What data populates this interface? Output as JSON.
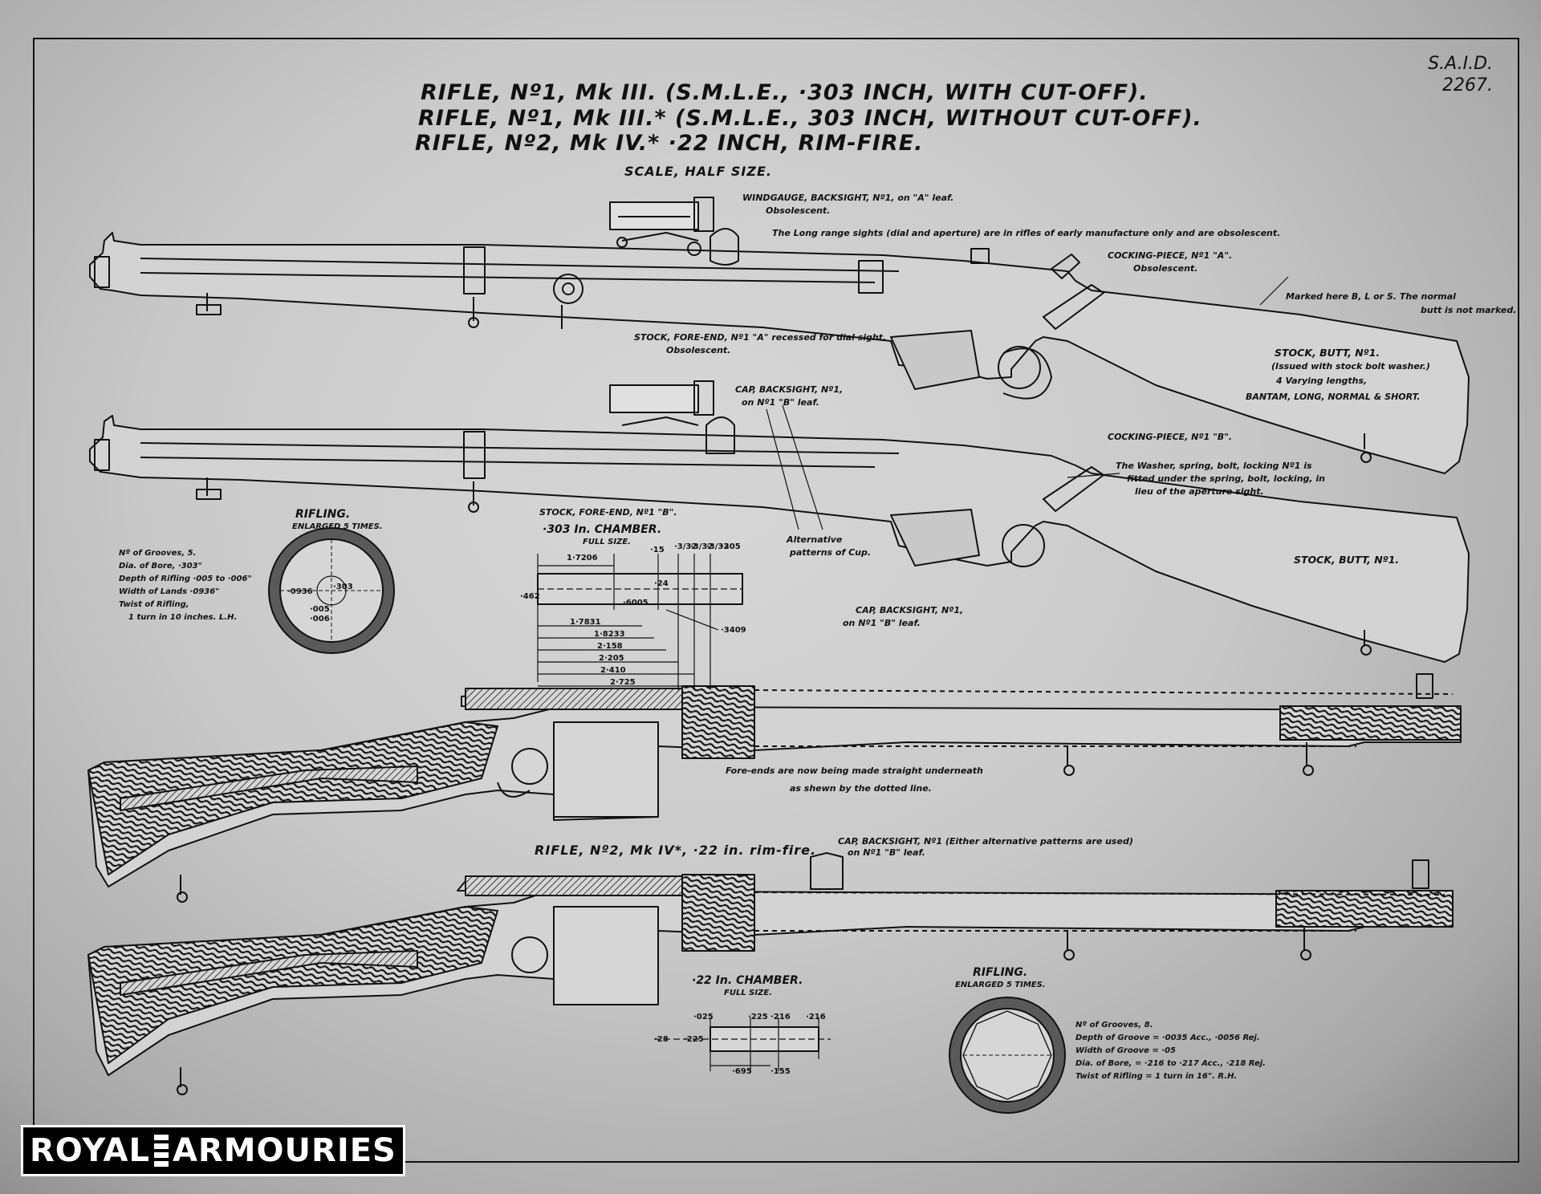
{
  "titles": [
    "RIFLE, Nº1, Mk III. (S.M.L.E., ·303 INCH, WITH CUT-OFF).",
    "RIFLE, Nº1, Mk III.* (S.M.L.E., 303 INCH, WITHOUT CUT-OFF).",
    "RIFLE, Nº2, Mk IV.* ·22 INCH, RIM-FIRE."
  ],
  "scale": "SCALE, HALF SIZE.",
  "drawing_ref": {
    "line1": "S.A.I.D.",
    "line2": "2267."
  },
  "annotations": {
    "windgauge": [
      "WINDGAUGE, BACKSIGHT, Nº1, on \"A\" leaf.",
      "Obsolescent."
    ],
    "long_range": "The Long range sights (dial and aperture) are in rifles of early manufacture only and are obsolescent.",
    "cocking_a": [
      "COCKING-PIECE, Nº1 \"A\".",
      "Obsolescent."
    ],
    "marked": [
      "Marked here B, L or S. The normal",
      "butt is not marked."
    ],
    "stock_fore_a": [
      "STOCK, FORE-END, Nº1 \"A\" recessed for dial sight.",
      "Obsolescent."
    ],
    "stock_butt_1": [
      "STOCK, BUTT, Nº1.",
      "(Issued with stock bolt washer.)",
      "4 Varying lengths,",
      "BANTAM, LONG, NORMAL & SHORT."
    ],
    "cap_backsight": [
      "CAP, BACKSIGHT, Nº1,",
      "on Nº1 \"B\" leaf."
    ],
    "cocking_b": "COCKING-PIECE, Nº1 \"B\".",
    "washer": [
      "The Washer, spring, bolt, locking Nº1 is",
      "fitted under the spring, bolt, locking, in",
      "lieu of the aperture sight."
    ],
    "stock_fore_b": "STOCK, FORE-END, Nº1 \"B\".",
    "stock_butt_2": "STOCK, BUTT, Nº1.",
    "alternative": [
      "Alternative",
      "patterns of Cup."
    ],
    "cap_backsight_2": [
      "CAP, BACKSIGHT, Nº1,",
      "on Nº1 \"B\" leaf."
    ],
    "fore_ends": [
      "Fore-ends are now being made straight underneath",
      "as shewn by the dotted line."
    ],
    "rifle2_title": "RIFLE, Nº2, Mk IV*, ·22 in. rim-fire.",
    "cap_backsight_3": [
      "CAP, BACKSIGHT, Nº1 (Either alternative patterns are used)",
      "on Nº1 \"B\" leaf."
    ]
  },
  "rifling_303": {
    "title": "RIFLING.",
    "subtitle": "ENLARGED 5 TIMES.",
    "specs": [
      "Nº of Grooves, 5.",
      "Dia. of Bore, ·303\"",
      "Depth of Rifling ·005 to ·006\"",
      "Width of Lands ·0936\"",
      "Twist of Rifling,",
      "1 turn in 10 inches. L.H."
    ],
    "labels": [
      "·0936",
      "·005",
      "·006",
      "·303"
    ]
  },
  "chamber_303": {
    "title": "·303 In. CHAMBER.",
    "subtitle": "FULL SIZE.",
    "top_dims": [
      "1·7206",
      "·15",
      "·3/32",
      "·3/32",
      "·3/32",
      "·305"
    ],
    "left_dims": [
      "·462",
      "·24"
    ],
    "mid_dims": [
      "·6005"
    ],
    "bottom_dims": [
      "1·7831",
      "1·8233",
      "2·158",
      "2·205",
      "2·410",
      "2·725"
    ],
    "side_dim": "·3409"
  },
  "chamber_22": {
    "title": "·22 In. CHAMBER.",
    "subtitle": "FULL SIZE.",
    "dims": [
      "·025",
      "·225",
      "·216",
      "·216",
      "·28",
      "·225",
      "·695",
      "·155"
    ]
  },
  "rifling_22": {
    "title": "RIFLING.",
    "subtitle": "ENLARGED 5 TIMES.",
    "specs": [
      "Nº of Grooves, 8.",
      "Depth of Groove = ·0035 Acc., ·0056 Rej.",
      "Width of Groove = ·05",
      "Dia. of Bore, = ·216 to ·217 Acc., ·218 Rej.",
      "Twist of Rifling = 1 turn in 16\". R.H."
    ]
  },
  "logo": {
    "part1": "ROYAL",
    "part2": "ARMOURIES"
  },
  "colors": {
    "paper": "#c9c9c9",
    "ink": "#111111",
    "logo_bg": "#000000",
    "logo_fg": "#ffffff"
  }
}
